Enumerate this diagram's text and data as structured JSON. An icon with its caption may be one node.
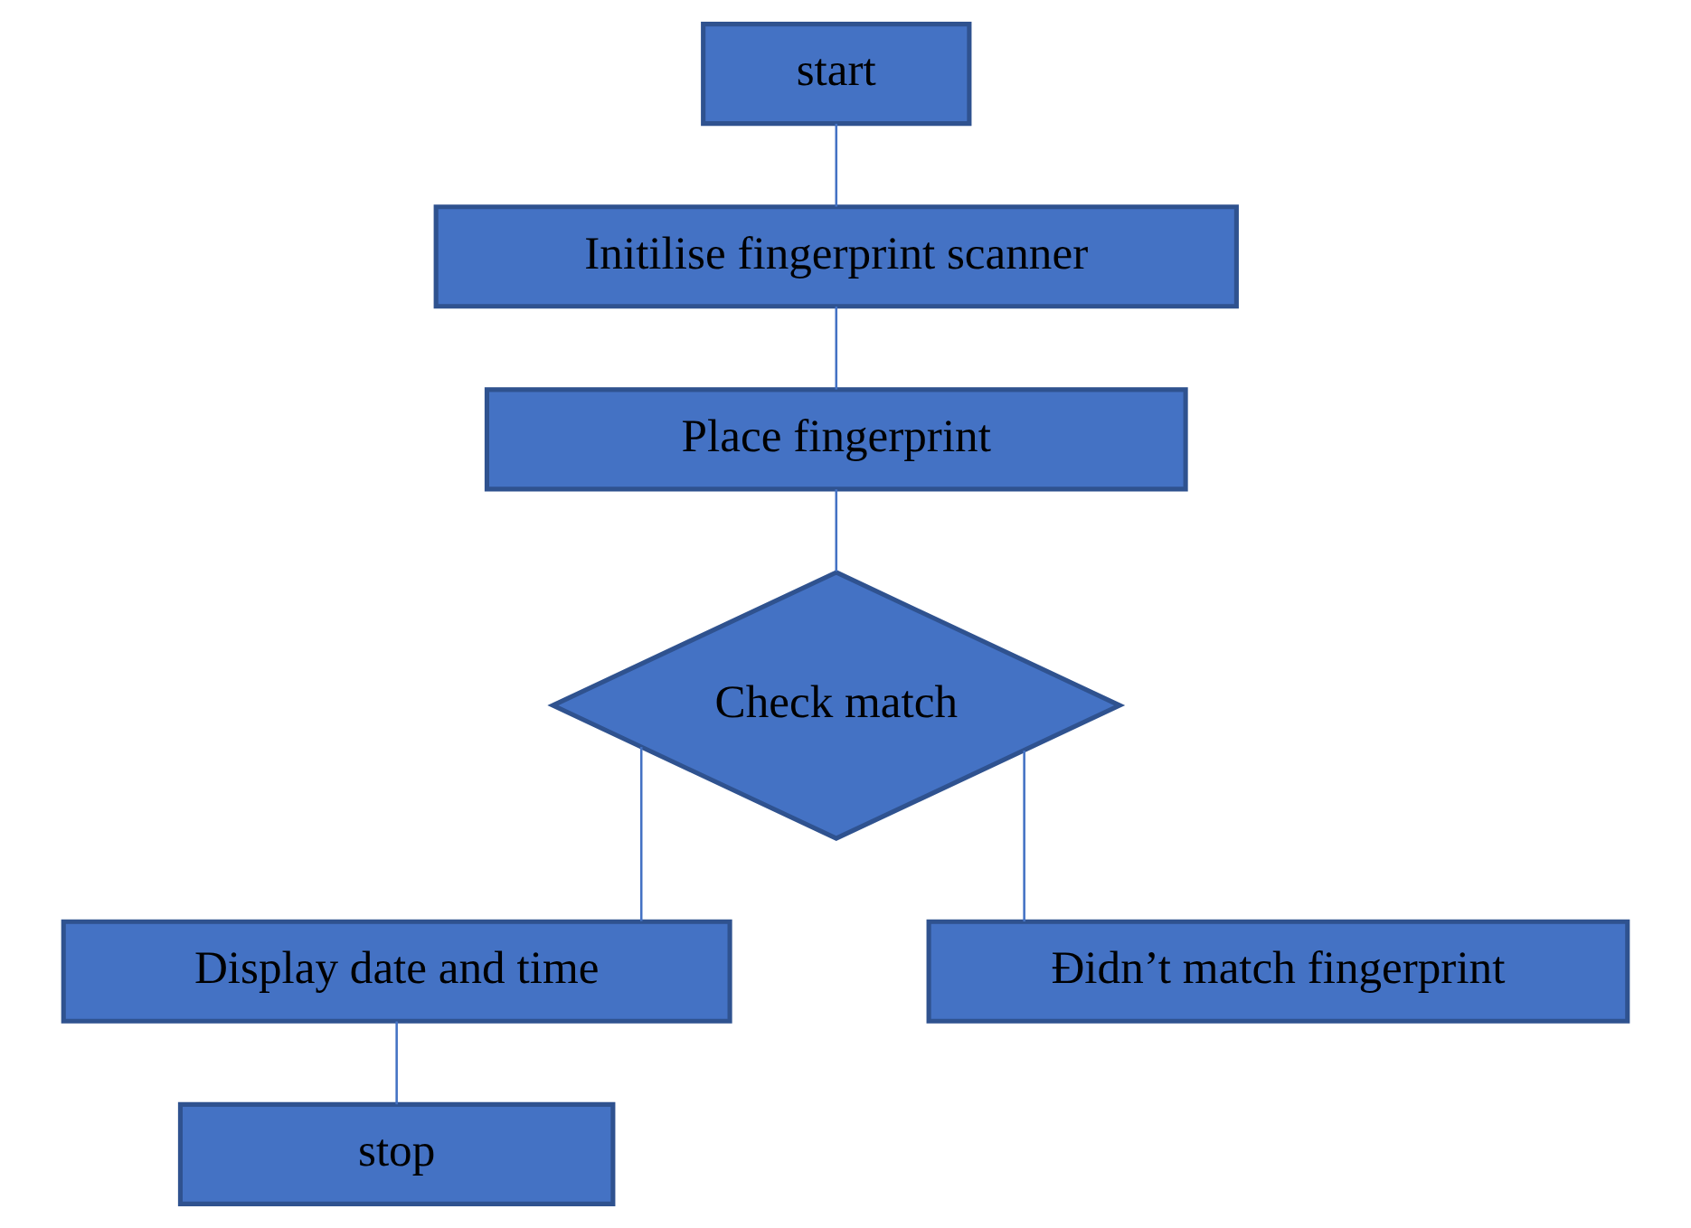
{
  "diagram": {
    "nodes": [
      {
        "text": [
          "start"
        ]
      },
      {
        "text": [
          "Initilise fingerprint scanner"
        ]
      },
      {
        "text": [
          "Place fingerprint"
        ]
      },
      {
        "text": [
          "Check match"
        ]
      },
      {
        "text": [
          "Display date and time"
        ]
      },
      {
        "text": [
          "Đidn’t match fingerprint"
        ]
      },
      {
        "text": [
          "stop"
        ]
      }
    ],
    "edges": [
      {
        "from": 0,
        "to": 1,
        "arrow": "none"
      },
      {
        "from": 1,
        "to": 2,
        "arrow": "none"
      },
      {
        "from": 2,
        "to": 3,
        "arrow": "none"
      },
      {
        "from": 3,
        "to": 4,
        "arrow": "none"
      },
      {
        "from": 3,
        "to": 5,
        "arrow": "none"
      },
      {
        "from": 4,
        "to": 6,
        "arrow": "none"
      }
    ]
  }
}
